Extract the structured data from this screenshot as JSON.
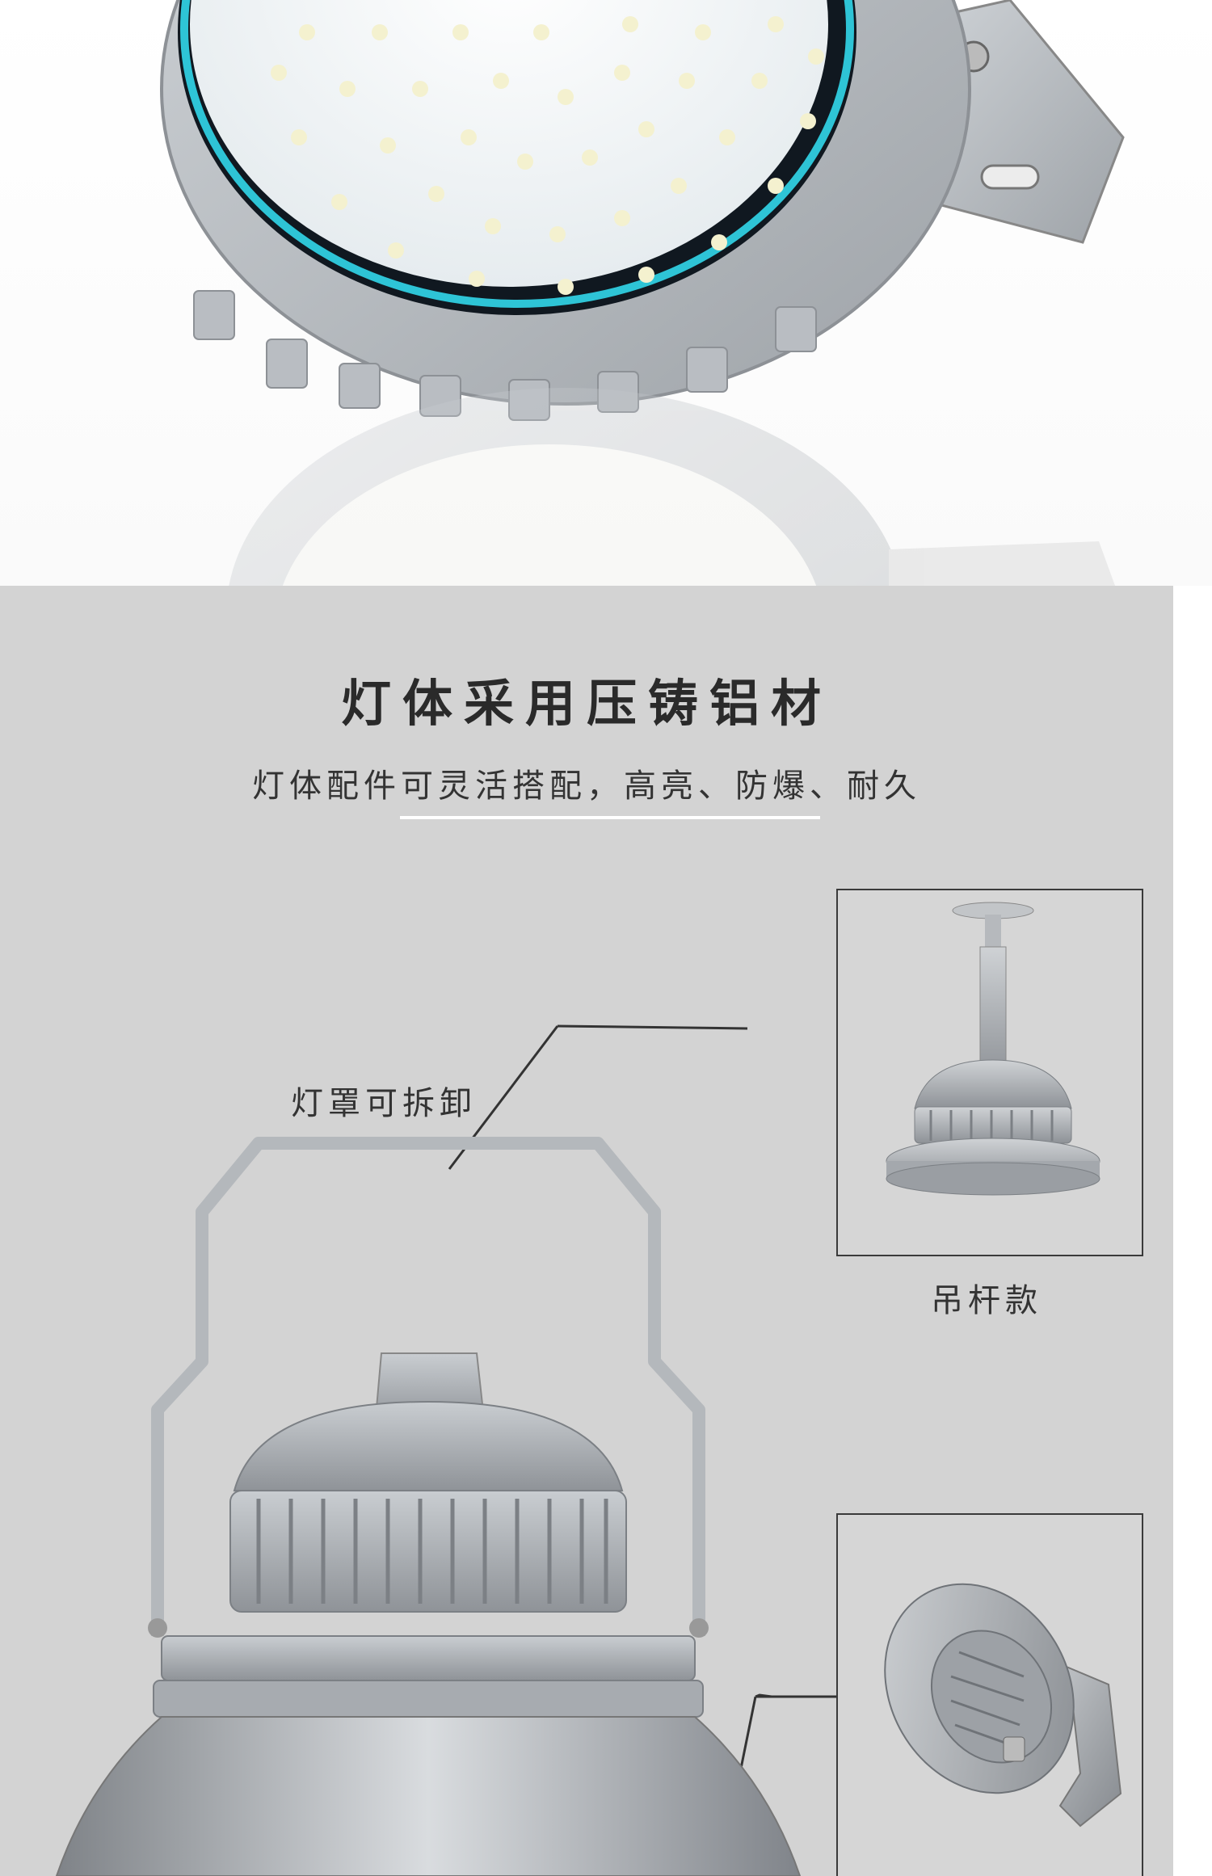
{
  "heading": "灯体采用压铸铝材",
  "subheading": "灯体配件可灵活搭配，高亮、防爆、耐久",
  "callout_removable": "灯罩可拆卸",
  "variant_pendant_label": "吊杆款",
  "colors": {
    "panel_background": "#d3d3d3",
    "heading_text": "#2a2a2a",
    "accent_ring": "#2ec4d6",
    "frame_border": "#3a3a3a"
  },
  "icons": [
    "led-floodlight-image",
    "pendant-lamp-image",
    "bracket-lamp-image",
    "high-bay-lamp-image"
  ]
}
